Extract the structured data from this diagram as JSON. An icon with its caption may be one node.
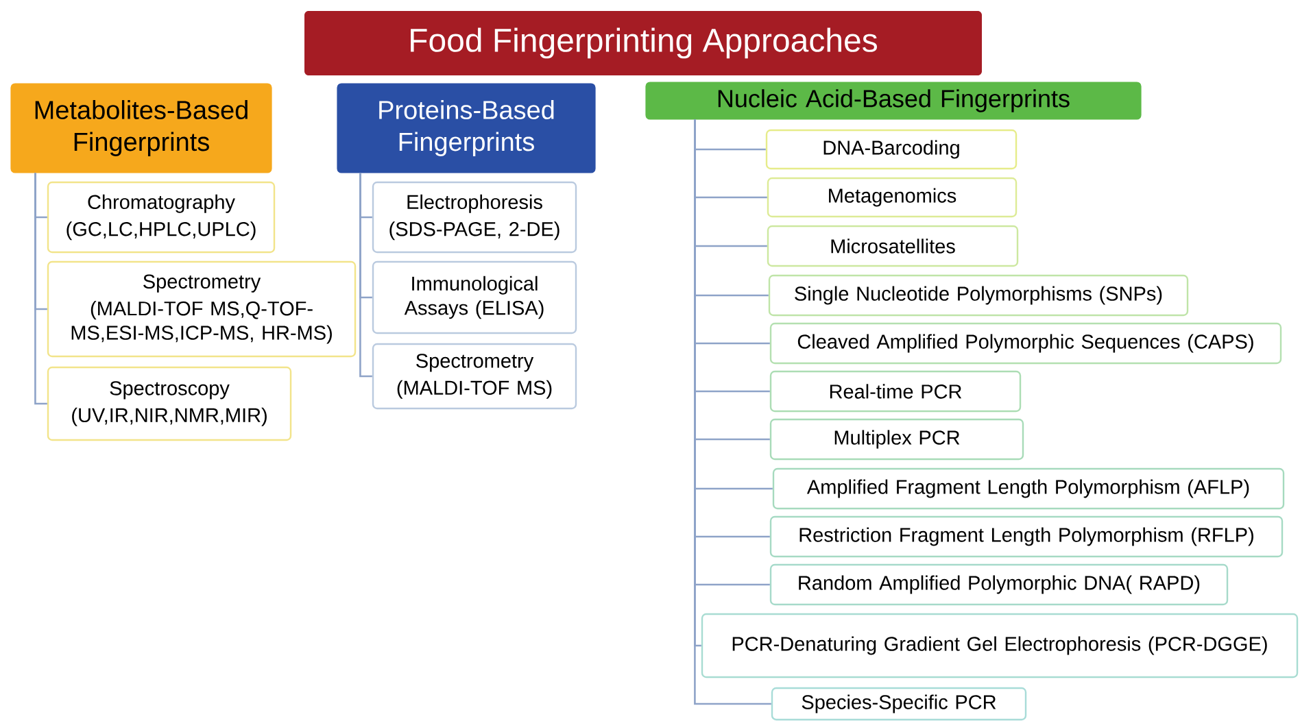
{
  "diagram": {
    "title": "Food Fingerprinting Approaches",
    "nodes": [
      {
        "text": [
          "Metabolites-Based Fingerprints"
        ]
      },
      {
        "text": [
          "Chromatography",
          "(GC,LC,HPLC,UPLC)"
        ]
      },
      {
        "text": [
          "Spectrometry",
          "(MALDI-TOF MS,Q-TOF-MS,ESI-MS,ICP-MS, HR-MS)"
        ]
      },
      {
        "text": [
          "Spectroscopy",
          "(UV,IR,NIR,NMR,MIR)"
        ]
      },
      {
        "text": [
          "Proteins-Based Fingerprints"
        ]
      },
      {
        "text": [
          "Electrophoresis",
          "(SDS-PAGE, 2-DE)"
        ]
      },
      {
        "text": [
          "Immunological Assays (ELISA)"
        ]
      },
      {
        "text": [
          "Spectrometry",
          "(MALDI-TOF MS)"
        ]
      },
      {
        "text": [
          "Nucleic Acid-Based Fingerprints"
        ]
      },
      {
        "text": [
          "DNA-Barcoding"
        ]
      },
      {
        "text": [
          "Metagenomics"
        ]
      },
      {
        "text": [
          "Microsatellites"
        ]
      },
      {
        "text": [
          "Single Nucleotide Polymorphisms (SNPs)"
        ]
      },
      {
        "text": [
          "Cleaved Amplified Polymorphic Sequences (CAPS)"
        ]
      },
      {
        "text": [
          "Real-time PCR"
        ]
      },
      {
        "text": [
          "Multiplex PCR"
        ]
      },
      {
        "text": [
          "Amplified Fragment Length Polymorphism (AFLP)"
        ]
      },
      {
        "text": [
          "Restriction Fragment Length Polymorphism (RFLP)"
        ]
      },
      {
        "text": [
          "Random Amplified Polymorphic DNA( RAPD)"
        ]
      },
      {
        "text": [
          "PCR-Denaturing Gradient Gel Electrophoresis (PCR-DGGE)"
        ]
      },
      {
        "text": [
          "Species-Specific PCR"
        ]
      }
    ],
    "edges": [
      {
        "from": 0,
        "to": 1,
        "arrow": "none"
      },
      {
        "from": 0,
        "to": 2,
        "arrow": "none"
      },
      {
        "from": 0,
        "to": 3,
        "arrow": "none"
      },
      {
        "from": 4,
        "to": 5,
        "arrow": "none"
      },
      {
        "from": 4,
        "to": 6,
        "arrow": "none"
      },
      {
        "from": 4,
        "to": 7,
        "arrow": "none"
      },
      {
        "from": 8,
        "to": 9,
        "arrow": "none"
      },
      {
        "from": 8,
        "to": 10,
        "arrow": "none"
      },
      {
        "from": 8,
        "to": 11,
        "arrow": "none"
      },
      {
        "from": 8,
        "to": 12,
        "arrow": "none"
      },
      {
        "from": 8,
        "to": 13,
        "arrow": "none"
      },
      {
        "from": 8,
        "to": 14,
        "arrow": "none"
      },
      {
        "from": 8,
        "to": 15,
        "arrow": "none"
      },
      {
        "from": 8,
        "to": 16,
        "arrow": "none"
      },
      {
        "from": 8,
        "to": 17,
        "arrow": "none"
      },
      {
        "from": 8,
        "to": 18,
        "arrow": "none"
      },
      {
        "from": 8,
        "to": 19,
        "arrow": "none"
      },
      {
        "from": 8,
        "to": 20,
        "arrow": "none"
      }
    ]
  }
}
